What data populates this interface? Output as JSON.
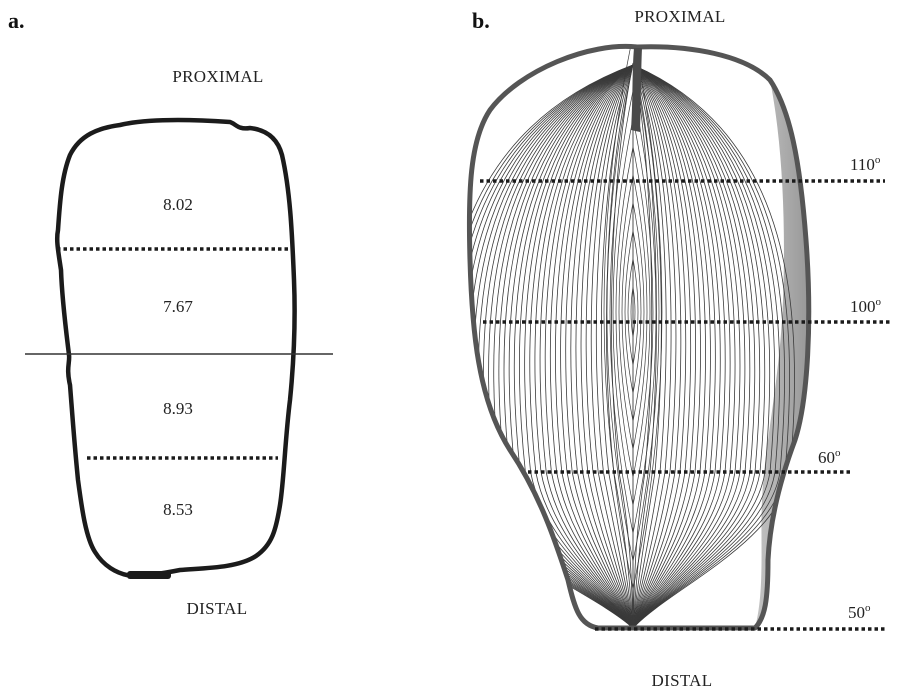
{
  "panel_a": {
    "letter": "a.",
    "top_label": "PROXIMAL",
    "bottom_label": "DISTAL",
    "segment_values": [
      "8.02",
      "7.67",
      "8.93",
      "8.53"
    ]
  },
  "panel_b": {
    "letter": "b.",
    "top_label": "PROXIMAL",
    "bottom_label": "DISTAL",
    "angle_labels": [
      {
        "value": "110",
        "sup": "o"
      },
      {
        "value": "100",
        "sup": "o"
      },
      {
        "value": "60",
        "sup": "o"
      },
      {
        "value": "50",
        "sup": "o"
      }
    ]
  },
  "colors": {
    "outline": "#1b1b1b",
    "outline_b": "#555555",
    "fibers": "#3a3a3a",
    "shade": "#9a9a9a"
  }
}
